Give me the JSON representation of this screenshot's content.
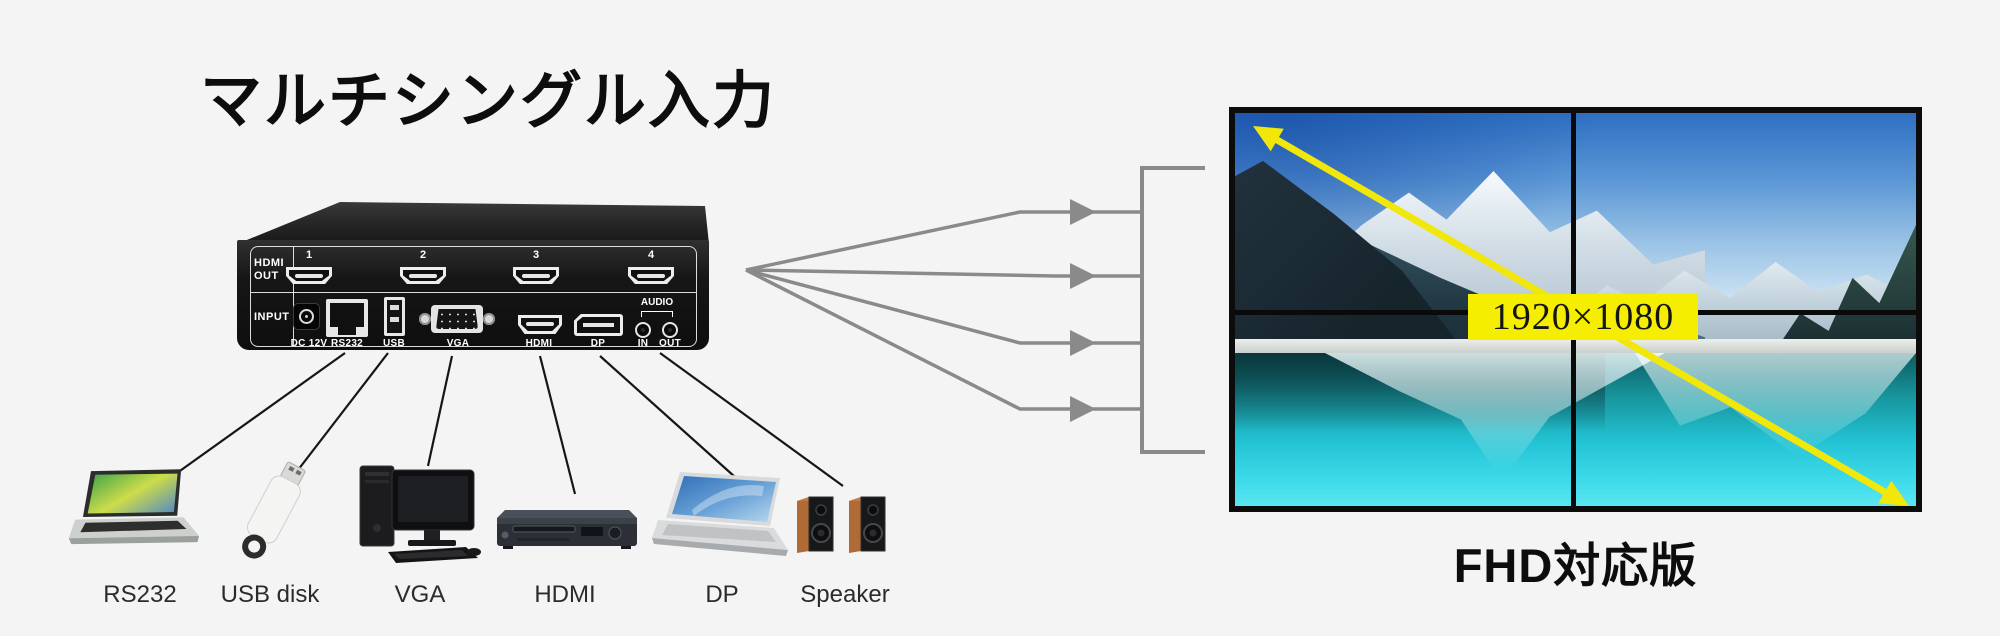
{
  "title": "マルチシングル入力",
  "device": {
    "hdmi_out_label": "HDMI\nOUT",
    "input_label": "INPUT",
    "out_ports": [
      "1",
      "2",
      "3",
      "4"
    ],
    "in_ports": [
      "DC 12V",
      "RS232",
      "USB",
      "VGA",
      "HDMI",
      "DP"
    ],
    "audio": {
      "label": "AUDIO",
      "in": "IN",
      "out": "OUT"
    }
  },
  "sources": [
    {
      "label": "RS232",
      "icon": "laptop-icon"
    },
    {
      "label": "USB disk",
      "icon": "usb-stick-icon"
    },
    {
      "label": "VGA",
      "icon": "desktop-pc-icon"
    },
    {
      "label": "HDMI",
      "icon": "dvd-player-icon"
    },
    {
      "label": "DP",
      "icon": "laptop-icon"
    },
    {
      "label": "Speaker",
      "icon": "speakers-icon"
    }
  ],
  "display": {
    "resolution_label": "1920×1080",
    "caption": "FHD対応版",
    "layout": "2x2 video wall"
  },
  "colors": {
    "background": "#f4f4f4",
    "accent_yellow": "#f6ee00",
    "arrow_gray": "#8a8a8a",
    "line_black": "#161616"
  }
}
